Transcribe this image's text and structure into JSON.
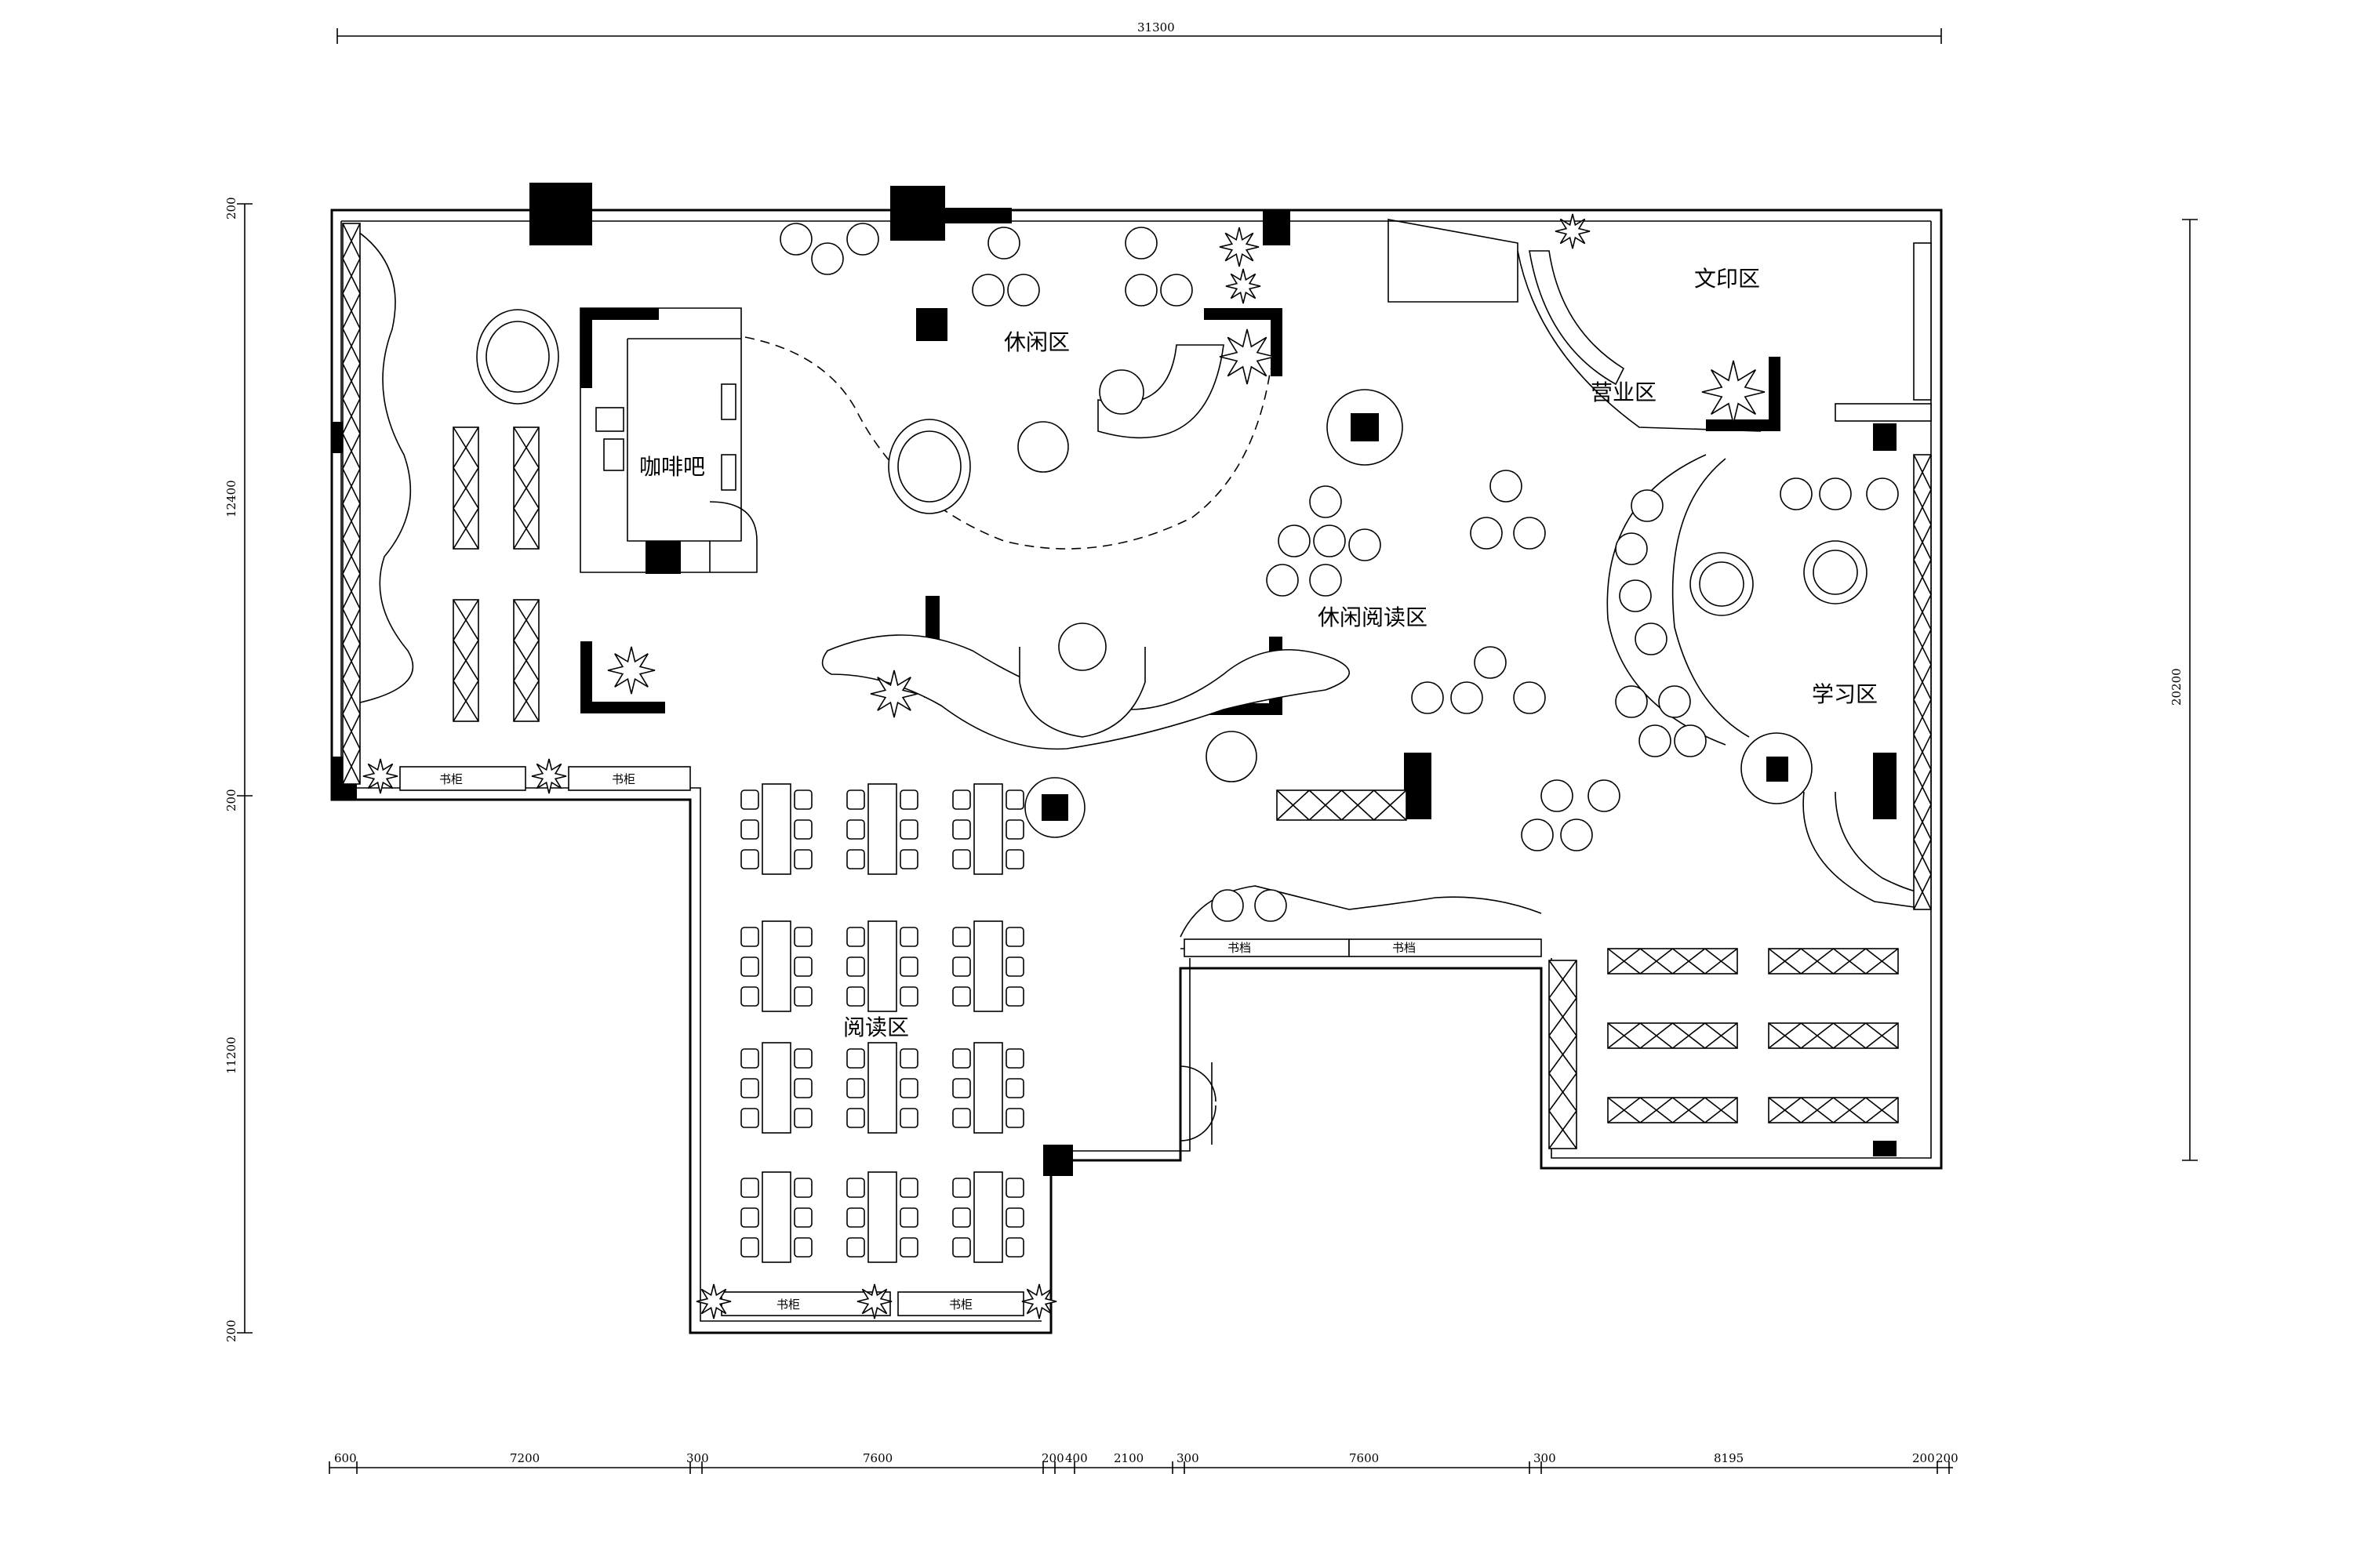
{
  "zones": {
    "coffee_bar": "咖啡吧",
    "leisure": "休闲区",
    "print": "文印区",
    "business": "营业区",
    "leisure_reading": "休闲阅读区",
    "study": "学习区",
    "reading": "阅读区"
  },
  "labels": {
    "bookshelf_a": "书柜",
    "bookshelf_b": "书柜",
    "bookshelf_c": "书柜",
    "bookshelf_d": "书柜",
    "bookcase_1": "书档",
    "bookcase_2": "书档"
  },
  "dimensions": {
    "top_total": "31300",
    "right_total": "20200",
    "left_upper": "12400",
    "left_lower": "11200",
    "left_t1": "200",
    "left_t2": "200",
    "left_t3": "200",
    "bottom": [
      "600",
      "7200",
      "300",
      "7600",
      "200",
      "400",
      "2100",
      "300",
      "7600",
      "300",
      "8195",
      "200",
      "200"
    ]
  }
}
